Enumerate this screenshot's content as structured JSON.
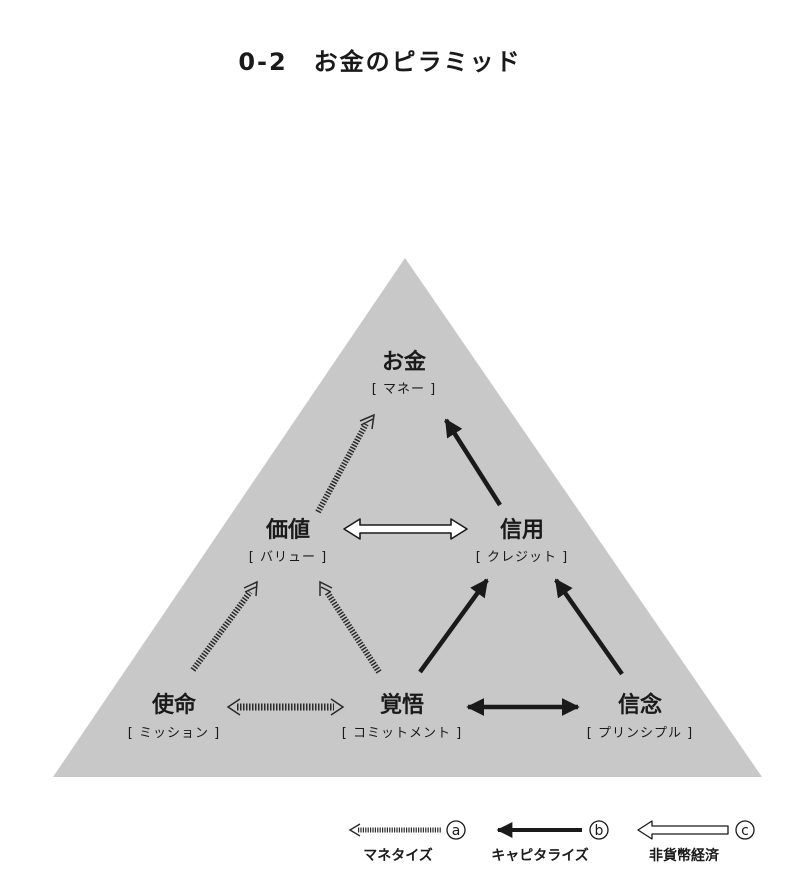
{
  "title": {
    "number": "0-2",
    "text": "お金のピラミッド"
  },
  "nodes": {
    "money": {
      "label": "お金",
      "sub": "[ マネー ]"
    },
    "value": {
      "label": "価値",
      "sub": "[ バリュー ]"
    },
    "credit": {
      "label": "信用",
      "sub": "[ クレジット ]"
    },
    "mission": {
      "label": "使命",
      "sub": "[ ミッション ]"
    },
    "commitment": {
      "label": "覚悟",
      "sub": "[ コミットメント ]"
    },
    "belief": {
      "label": "信念",
      "sub": "[ プリンシプル ]"
    }
  },
  "legend": [
    {
      "letter": "a",
      "label": "マネタイズ",
      "style": "hatched"
    },
    {
      "letter": "b",
      "label": "キャピタライズ",
      "style": "solid"
    },
    {
      "letter": "c",
      "label": "非貨幣経済",
      "style": "hollow"
    }
  ],
  "colors": {
    "triangle": "#c8c8c8",
    "ink": "#1a1a1a",
    "background": "#ffffff"
  }
}
